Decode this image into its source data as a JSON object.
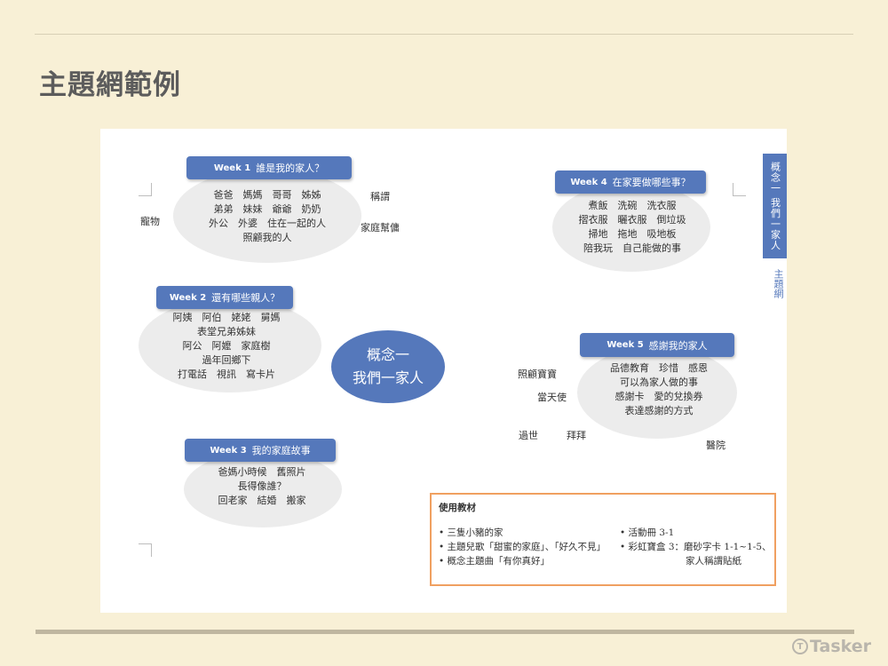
{
  "page": {
    "title": "主題網範例",
    "watermark": "Tasker",
    "watermark_icon": "tasker-logo-icon"
  },
  "colors": {
    "background": "#f8f0d6",
    "accent_blue": "#5578bb",
    "bubble_gray": "#ececec",
    "materials_border": "#f0a060",
    "title_gray": "#5c5c5c"
  },
  "diagram": {
    "center": {
      "line1": "概念一",
      "line2": "我們一家人"
    },
    "side_tab": {
      "label": "概念一 我們一家人",
      "sub_label": "主題網"
    },
    "weeks": [
      {
        "week": "Week 1",
        "title": "誰是我的家人？",
        "lines": [
          "爸爸　媽媽　哥哥　姊姊",
          "弟弟　妹妹　爺爺　奶奶",
          "外公　外婆　住在一起的人",
          "照顧我的人"
        ]
      },
      {
        "week": "Week 2",
        "title": "還有哪些親人？",
        "lines": [
          "阿姨　阿伯　姥姥　舅媽",
          "表堂兄弟姊妹",
          "阿公　阿嬤　家庭樹",
          "過年回鄉下",
          "打電話　視訊　寫卡片"
        ]
      },
      {
        "week": "Week 3",
        "title": "我的家庭故事",
        "lines": [
          "爸媽小時候　舊照片",
          "長得像誰？",
          "回老家　結婚　搬家"
        ]
      },
      {
        "week": "Week 4",
        "title": "在家要做哪些事？",
        "lines": [
          "煮飯　洗碗　洗衣服",
          "摺衣服　曬衣服　倒垃圾",
          "掃地　拖地　吸地板",
          "陪我玩　自己能做的事"
        ]
      },
      {
        "week": "Week 5",
        "title": "感謝我的家人",
        "lines": [
          "品德教育　珍惜　感恩",
          "可以為家人做的事",
          "感謝卡　愛的兌換券",
          "表達感謝的方式"
        ]
      }
    ],
    "free_labels": {
      "pet": "寵物",
      "title_call": "稱謂",
      "helper": "家庭幫傭",
      "baby": "照顧寶寶",
      "angel": "當天使",
      "passed": "過世",
      "worship": "拜拜",
      "hospital": "醫院"
    },
    "materials": {
      "title": "使用教材",
      "left_items": [
        "• 三隻小豬的家",
        "• 主題兒歌「甜蜜的家庭」、「好久不見」",
        "• 概念主題曲「有你真好」"
      ],
      "right_items": [
        "• 活動冊 3-1",
        "• 彩虹寶盒 3：磨砂字卡 1-1~1-5、",
        "家人稱謂貼紙"
      ]
    }
  }
}
